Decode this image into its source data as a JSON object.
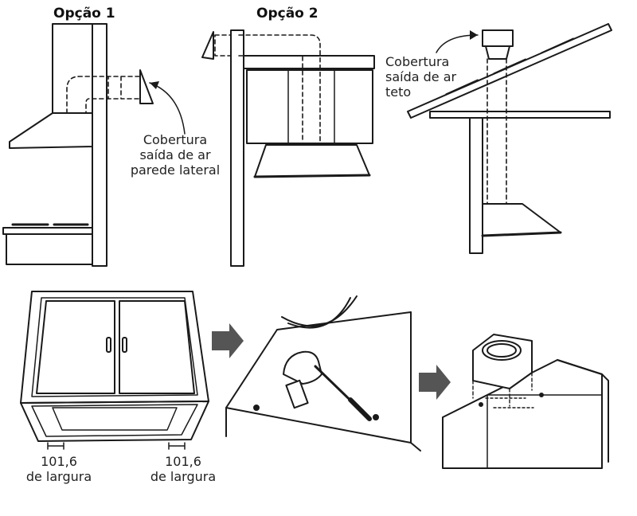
{
  "option1": {
    "title": "Opção 1"
  },
  "option2": {
    "title": "Opção 2"
  },
  "wall_cap": {
    "line1": "Cobertura",
    "line2": "saída de ar",
    "line3": "parede lateral"
  },
  "roof_cap": {
    "line1": "Cobertura",
    "line2": "saída de ar",
    "line3": "teto"
  },
  "dimensions": {
    "left_value": "101,6",
    "left_unit": "de largura",
    "right_value": "101,6",
    "right_unit": "de largura"
  },
  "icons": [
    "arrow-right-icon",
    "arrow-right-icon",
    "hammer-icon",
    "screwdriver-icon"
  ],
  "colors": {
    "line": "#1a1a1a",
    "arrow": "#555555",
    "background": "#ffffff"
  }
}
